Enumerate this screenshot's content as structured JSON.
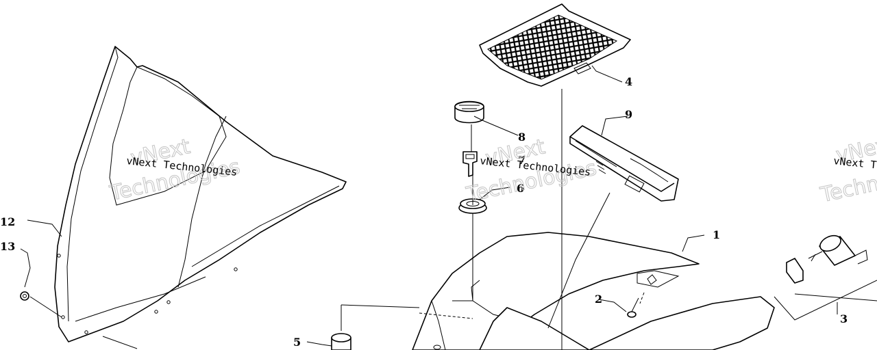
{
  "diagram": {
    "callouts": [
      "1",
      "2",
      "3",
      "4",
      "5",
      "6",
      "7",
      "8",
      "9",
      "12",
      "13"
    ],
    "watermark": {
      "line1": "vNext Technologies",
      "big1": "vNext",
      "big2": "Technologies"
    }
  },
  "colors": {
    "line": "#000000",
    "watermark_outline": "#c8c8c8",
    "background": "#ffffff"
  }
}
